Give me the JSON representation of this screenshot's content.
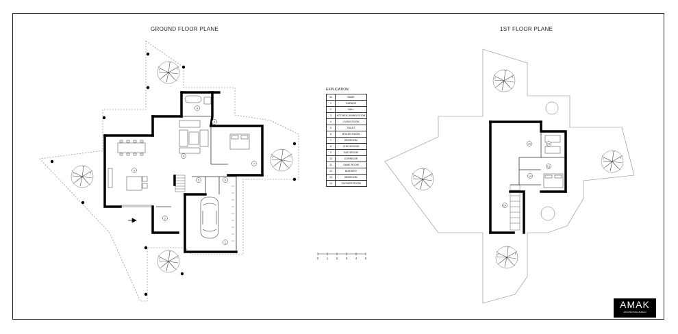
{
  "titles": {
    "ground": "GROUND FLOOR PLANE",
    "first": "1ST FLOOR PLANE"
  },
  "explication": {
    "heading": "EXPLICATION",
    "col_num": "№",
    "col_name": "NAME",
    "rows": [
      {
        "n": "1",
        "name": "GARAGE"
      },
      {
        "n": "2",
        "name": "HALL"
      },
      {
        "n": "3",
        "name": "KITCHEN-DINING ROOM"
      },
      {
        "n": "4",
        "name": "LIVING ROOM"
      },
      {
        "n": "5",
        "name": "TOILET"
      },
      {
        "n": "6",
        "name": "BOILER-ROOM"
      },
      {
        "n": "7",
        "name": "BEDROOM"
      },
      {
        "n": "8",
        "name": "CHECKROOM"
      },
      {
        "n": "9",
        "name": "BATHROOM"
      },
      {
        "n": "10",
        "name": "CORRIDOR"
      },
      {
        "n": "11",
        "name": "GAME ROOM"
      },
      {
        "n": "12",
        "name": "NURSERY"
      },
      {
        "n": "13",
        "name": "BEDROOM"
      },
      {
        "n": "14",
        "name": "SHOWER ROOM"
      }
    ]
  },
  "scale_bar": [
    "0",
    "1",
    "2",
    "3",
    "4",
    "5"
  ],
  "room_labels_ground": [
    "1",
    "2",
    "3",
    "4",
    "5",
    "6",
    "7",
    "8",
    "9"
  ],
  "room_labels_first": [
    "10",
    "11",
    "12",
    "13",
    "14"
  ],
  "logo": {
    "word": "AMAK",
    "tagline": "ARCHITECTURAL BUREAU"
  }
}
